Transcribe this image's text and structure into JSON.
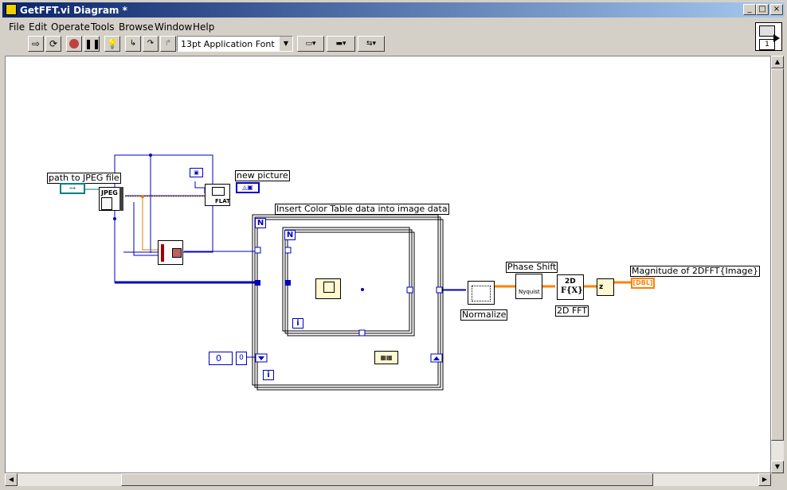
{
  "window": {
    "title": "GetFFT.vi Diagram *",
    "controls": {
      "minimize": "_",
      "maximize": "□",
      "close": "×"
    }
  },
  "menu": [
    "File",
    "Edit",
    "Operate",
    "Tools",
    "Browse",
    "Window",
    "Help"
  ],
  "toolbar": {
    "buttons": [
      "run-icon",
      "run-continuously-icon",
      "abort-icon",
      "pause-icon",
      "highlight-execution-icon",
      "step-into-icon",
      "step-over-icon",
      "step-out-icon"
    ],
    "font": "13pt Application Font",
    "align_icon": "align-objects-icon",
    "distribute_icon": "distribute-objects-icon",
    "reorder_icon": "reorder-icon"
  },
  "connector_pane_number": "1",
  "diagram": {
    "path_control_label": "path to JPEG file",
    "jpeg_node": "JPEG",
    "flat_node": "FLAT",
    "new_picture_label": "new picture",
    "loop_label": "Insert Color Table data into image data",
    "outer_loop_count": "N",
    "inner_loop_count": "N",
    "outer_loop_index": "i",
    "inner_loop_index": "i",
    "constant_value": "0",
    "normalize_label": "Normalize",
    "phase_shift_label": "Phase Shift",
    "nyquist_text": "Nyquist",
    "fft_top": "2D",
    "fft_bottom": "F{X}",
    "fft_label": "2D FFT",
    "magnitude_label": "Magnitude of 2DFFT{Image}",
    "indicator_type": "[DBL]"
  },
  "colors": {
    "wire_blue": "#0000c0",
    "wire_orange": "#d08000",
    "wire_path": "#008080",
    "wire_dbl": "#ff8000",
    "title_gradient_start": "#0a246a",
    "title_gradient_end": "#a6caf0"
  }
}
